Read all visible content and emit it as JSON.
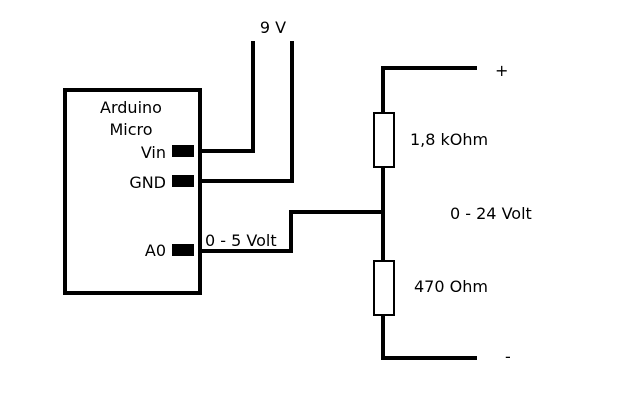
{
  "supply_label": "9 V",
  "arduino": {
    "title_line1": "Arduino",
    "title_line2": "Micro",
    "pins": {
      "vin": "Vin",
      "gnd": "GND",
      "a0": "A0"
    }
  },
  "signal_label": "0 - 5 Volt",
  "divider": {
    "plus": "+",
    "minus": "-",
    "r_top": "1,8 kOhm",
    "r_bottom": "470 Ohm",
    "input_label": "0 - 24 Volt"
  },
  "colors": {
    "ink": "#000000",
    "background": "#ffffff"
  }
}
